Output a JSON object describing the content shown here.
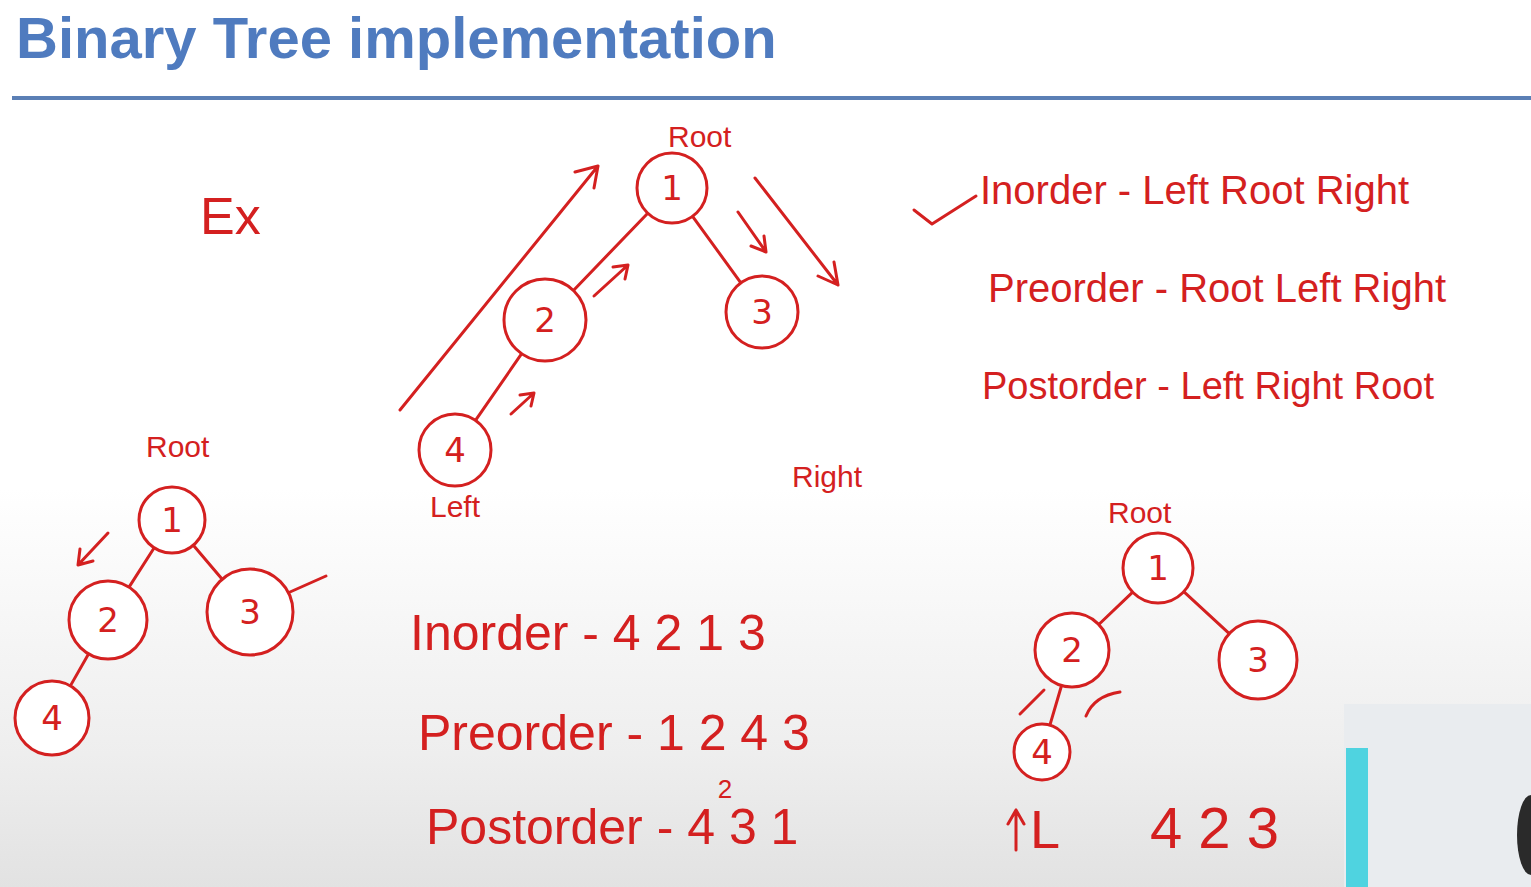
{
  "diagram": {
    "title": "Binary Tree implementation",
    "nodes": [
      {
        "text": [
          "1"
        ]
      },
      {
        "text": [
          "2"
        ]
      },
      {
        "text": [
          "3"
        ]
      },
      {
        "text": [
          "4"
        ]
      },
      {
        "text": [
          "1"
        ]
      },
      {
        "text": [
          "2"
        ]
      },
      {
        "text": [
          "3"
        ]
      },
      {
        "text": [
          "4"
        ]
      },
      {
        "text": [
          "1"
        ]
      },
      {
        "text": [
          "2"
        ]
      },
      {
        "text": [
          "3"
        ]
      },
      {
        "text": [
          "4"
        ]
      }
    ],
    "edges": [
      {
        "from": 0,
        "to": 1,
        "arrow": "none"
      },
      {
        "from": 0,
        "to": 2,
        "arrow": "none"
      },
      {
        "from": 1,
        "to": 3,
        "arrow": "none"
      },
      {
        "from": 4,
        "to": 5,
        "arrow": "none"
      },
      {
        "from": 4,
        "to": 6,
        "arrow": "none"
      },
      {
        "from": 5,
        "to": 7,
        "arrow": "none"
      },
      {
        "from": 8,
        "to": 9,
        "arrow": "none"
      },
      {
        "from": 8,
        "to": 10,
        "arrow": "none"
      },
      {
        "from": 9,
        "to": 11,
        "arrow": "none"
      }
    ],
    "labels": [
      "Ex",
      "Root",
      "Inorder - Left Root Right",
      "Preorder - Root Left Right",
      "Postorder - Left Right Root",
      "Left",
      "Right",
      "Root",
      "Root",
      "Inorder - 4 2 1 3",
      "Preorder - 1 2 4 3",
      "2",
      "Postorder - 4 3 1",
      "L",
      "4 2 3"
    ]
  }
}
